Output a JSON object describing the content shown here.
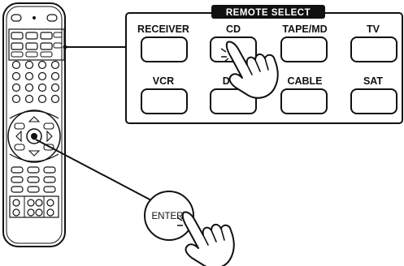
{
  "panel": {
    "title": "REMOTE SELECT",
    "buttons": [
      {
        "label": "RECEIVER"
      },
      {
        "label": "CD"
      },
      {
        "label": "TAPE/MD"
      },
      {
        "label": "TV"
      },
      {
        "label": "VCR"
      },
      {
        "label": "DVD"
      },
      {
        "label": "CABLE"
      },
      {
        "label": "SAT"
      }
    ]
  },
  "enter_button": {
    "label": "ENTER"
  },
  "icons": {
    "remote": "remote-control-icon",
    "hand": "pointing-hand-icon"
  }
}
